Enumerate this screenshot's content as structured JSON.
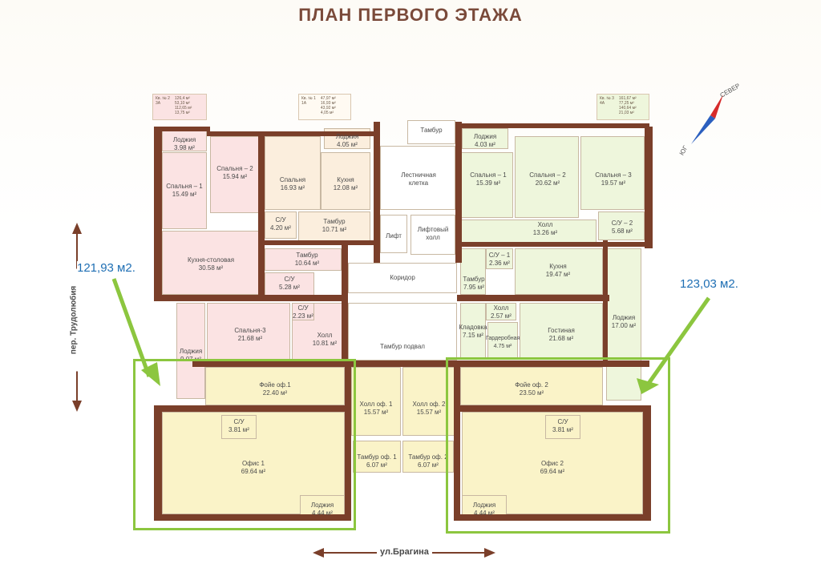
{
  "title": "ПЛАН ПЕРВОГО ЭТАЖА",
  "compass": {
    "north": "СЕВЕР",
    "south": "ЮГ"
  },
  "streets": {
    "bottom": "ул.Брагина",
    "left": "пер. Трудолюбия"
  },
  "callouts": {
    "left": "121,93 м2.",
    "right": "123,03 м2."
  },
  "cards": {
    "kv2": {
      "lines": [
        "Кв. № 2",
        "3А"
      ],
      "areas": [
        "126,4 м²",
        "53,10 м²",
        "112,65 м²",
        "13,75 м²"
      ]
    },
    "kv1": {
      "lines": [
        "Кв. № 1",
        "1А"
      ],
      "areas": [
        "47,97 м²",
        "16,93 м²",
        "43,92 м²",
        "4,05 м²"
      ]
    },
    "kv3": {
      "lines": [
        "Кв. № 3",
        "4А"
      ],
      "areas": [
        "161,67 м²",
        "77,25 м²",
        "140,64 м²",
        "21,03 м²"
      ]
    }
  },
  "rooms": {
    "lodzh_a": {
      "name": "Лоджия",
      "area": "3.98 м²"
    },
    "spal1_l": {
      "name": "Спальня – 1",
      "area": "15.49 м²"
    },
    "spal2_l": {
      "name": "Спальня – 2",
      "area": "15.94 м²"
    },
    "spalnya": {
      "name": "Спальня",
      "area": "16.93 м²"
    },
    "lodzh_b": {
      "name": "Лоджия",
      "area": "4.05 м²"
    },
    "kuhnya_a": {
      "name": "Кухня",
      "area": "12.08 м²"
    },
    "su_a": {
      "name": "С/У",
      "area": "4.20 м²"
    },
    "tambur_a": {
      "name": "Тамбур",
      "area": "10.71 м²"
    },
    "kuhnya_st": {
      "name": "Кухня-столовая",
      "area": "30.58 м²"
    },
    "tambur_b": {
      "name": "Тамбур",
      "area": "10.64 м²"
    },
    "su_b": {
      "name": "С/У",
      "area": "5.28 м²"
    },
    "su_c": {
      "name": "С/У",
      "area": "2.23 м²"
    },
    "spal3": {
      "name": "Спальня-3",
      "area": "21.68 м²"
    },
    "holl_l": {
      "name": "Холл",
      "area": "10.81 м²"
    },
    "lodzh_c": {
      "name": "Лоджия",
      "area": "9.07 м²"
    },
    "tambur_top": {
      "name": "Тамбур",
      "area": ""
    },
    "lestn": {
      "name": "Лестничная клетка",
      "area": ""
    },
    "lift": {
      "name": "Лифт",
      "area": ""
    },
    "lift_holl": {
      "name": "Лифтовый холл",
      "area": ""
    },
    "koridor": {
      "name": "Коридор",
      "area": ""
    },
    "tambur_podval": {
      "name": "Тамбур подвал",
      "area": ""
    },
    "lodzh_d": {
      "name": "Лоджия",
      "area": "4.03 м²"
    },
    "spal1_r": {
      "name": "Спальня – 1",
      "area": "15.39 м²"
    },
    "spal2_r": {
      "name": "Спальня – 2",
      "area": "20.62 м²"
    },
    "spal3_r": {
      "name": "Спальня – 3",
      "area": "19.57 м²"
    },
    "holl_r": {
      "name": "Холл",
      "area": "13.26 м²"
    },
    "su2_r": {
      "name": "С/У – 2",
      "area": "5.68 м²"
    },
    "su1_r": {
      "name": "С/У – 1",
      "area": "2.36 м²"
    },
    "kuhnya_r": {
      "name": "Кухня",
      "area": "19.47 м²"
    },
    "tambur_r": {
      "name": "Тамбур",
      "area": "7.95 м²"
    },
    "holl_sm": {
      "name": "Холл",
      "area": "2.57 м²"
    },
    "kladovka": {
      "name": "Кладовка",
      "area": "7.15 м²"
    },
    "garderob": {
      "name": "Гардеробная",
      "area": "4.75 м²"
    },
    "gostinaya": {
      "name": "Гостиная",
      "area": "21.68 м²"
    },
    "lodzh_e": {
      "name": "Лоджия",
      "area": "17.00 м²"
    },
    "foye1": {
      "name": "Фойе оф.1",
      "area": "22.40 м²"
    },
    "foye2": {
      "name": "Фойе оф. 2",
      "area": "23.50 м²"
    },
    "holl_of1": {
      "name": "Холл оф. 1",
      "area": "15.57 м²"
    },
    "holl_of2": {
      "name": "Холл оф. 2",
      "area": "15.57 м²"
    },
    "su_of1": {
      "name": "С/У",
      "area": "3.81 м²"
    },
    "su_of2": {
      "name": "С/У",
      "area": "3.81 м²"
    },
    "ofis1": {
      "name": "Офис 1",
      "area": "69.64 м²"
    },
    "ofis2": {
      "name": "Офис 2",
      "area": "69.64 м²"
    },
    "tambur_of1": {
      "name": "Тамбур оф. 1",
      "area": "6.07 м²"
    },
    "tambur_of2": {
      "name": "Тамбур оф. 2",
      "area": "6.07 м²"
    },
    "lodzh_of1": {
      "name": "Лоджия",
      "area": "4.44 м²"
    },
    "lodzh_of2": {
      "name": "Лоджия",
      "area": "4.44 м²"
    }
  }
}
